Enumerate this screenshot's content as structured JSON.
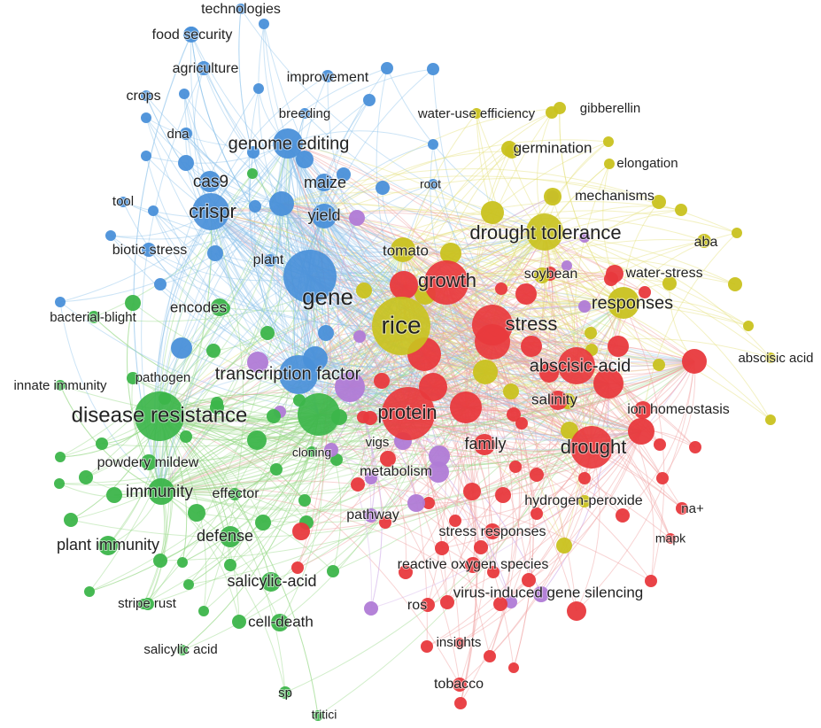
{
  "clusters": {
    "blue": {
      "color": "#4a90d9",
      "link": "#8ec3ec"
    },
    "green": {
      "color": "#3cb54a",
      "link": "#9ad98a"
    },
    "red": {
      "color": "#e8393d",
      "link": "#f0a0a0"
    },
    "yellow": {
      "color": "#c9c21f",
      "link": "#e4e07a"
    },
    "purple": {
      "color": "#b07bd6",
      "link": "#d4b6ea"
    }
  },
  "keywords": [
    {
      "label": "technologies",
      "cluster": "blue",
      "weight": 2
    },
    {
      "label": "food security",
      "cluster": "blue",
      "weight": 3
    },
    {
      "label": "agriculture",
      "cluster": "blue",
      "weight": 3
    },
    {
      "label": "improvement",
      "cluster": "blue",
      "weight": 3
    },
    {
      "label": "crops",
      "cluster": "blue",
      "weight": 2
    },
    {
      "label": "breeding",
      "cluster": "blue",
      "weight": 2
    },
    {
      "label": "dna",
      "cluster": "blue",
      "weight": 2
    },
    {
      "label": "genome editing",
      "cluster": "blue",
      "weight": 7
    },
    {
      "label": "cas9",
      "cluster": "blue",
      "weight": 5
    },
    {
      "label": "maize",
      "cluster": "blue",
      "weight": 4
    },
    {
      "label": "root",
      "cluster": "blue",
      "weight": 2
    },
    {
      "label": "tool",
      "cluster": "blue",
      "weight": 2
    },
    {
      "label": "crispr",
      "cluster": "blue",
      "weight": 8
    },
    {
      "label": "yield",
      "cluster": "blue",
      "weight": 5
    },
    {
      "label": "biotic stress",
      "cluster": "blue",
      "weight": 3
    },
    {
      "label": "plant",
      "cluster": "blue",
      "weight": 3
    },
    {
      "label": "gene",
      "cluster": "blue",
      "weight": 10
    },
    {
      "label": "transcription factor",
      "cluster": "blue",
      "weight": 7
    },
    {
      "label": "encodes",
      "cluster": "green",
      "weight": 4
    },
    {
      "label": "bacterial-blight",
      "cluster": "green",
      "weight": 3
    },
    {
      "label": "innate immunity",
      "cluster": "green",
      "weight": 2
    },
    {
      "label": "pathogen",
      "cluster": "green",
      "weight": 2
    },
    {
      "label": "disease resistance",
      "cluster": "green",
      "weight": 10
    },
    {
      "label": "cloning",
      "cluster": "green",
      "weight": 2
    },
    {
      "label": "powdery mildew",
      "cluster": "green",
      "weight": 3
    },
    {
      "label": "immunity",
      "cluster": "green",
      "weight": 6
    },
    {
      "label": "effector",
      "cluster": "green",
      "weight": 3
    },
    {
      "label": "plant immunity",
      "cluster": "green",
      "weight": 4
    },
    {
      "label": "defense",
      "cluster": "green",
      "weight": 4
    },
    {
      "label": "salicylic-acid",
      "cluster": "green",
      "weight": 4
    },
    {
      "label": "stripe rust",
      "cluster": "green",
      "weight": 2
    },
    {
      "label": "cell-death",
      "cluster": "green",
      "weight": 4
    },
    {
      "label": "salicylic acid",
      "cluster": "green",
      "weight": 2
    },
    {
      "label": "sp",
      "cluster": "green",
      "weight": 2
    },
    {
      "label": "tritici",
      "cluster": "green",
      "weight": 2
    },
    {
      "label": "water-use efficiency",
      "cluster": "yellow",
      "weight": 2
    },
    {
      "label": "gibberellin",
      "cluster": "yellow",
      "weight": 2
    },
    {
      "label": "germination",
      "cluster": "yellow",
      "weight": 3
    },
    {
      "label": "elongation",
      "cluster": "yellow",
      "weight": 2
    },
    {
      "label": "mechanisms",
      "cluster": "yellow",
      "weight": 3
    },
    {
      "label": "drought tolerance",
      "cluster": "yellow",
      "weight": 9
    },
    {
      "label": "aba",
      "cluster": "yellow",
      "weight": 2
    },
    {
      "label": "tomato",
      "cluster": "yellow",
      "weight": 4
    },
    {
      "label": "responses",
      "cluster": "yellow",
      "weight": 6
    },
    {
      "label": "rice",
      "cluster": "yellow",
      "weight": 12
    },
    {
      "label": "abscisic acid",
      "cluster": "yellow",
      "weight": 2
    },
    {
      "label": "hydrogen-peroxide",
      "cluster": "yellow",
      "weight": 3
    },
    {
      "label": "growth",
      "cluster": "red",
      "weight": 7
    },
    {
      "label": "soybean",
      "cluster": "red",
      "weight": 3
    },
    {
      "label": "water-stress",
      "cluster": "red",
      "weight": 3
    },
    {
      "label": "stress",
      "cluster": "red",
      "weight": 8
    },
    {
      "label": "abscisic-acid",
      "cluster": "red",
      "weight": 6
    },
    {
      "label": "salinity",
      "cluster": "red",
      "weight": 4
    },
    {
      "label": "ion homeostasis",
      "cluster": "red",
      "weight": 3
    },
    {
      "label": "protein",
      "cluster": "red",
      "weight": 9
    },
    {
      "label": "family",
      "cluster": "red",
      "weight": 4
    },
    {
      "label": "drought",
      "cluster": "red",
      "weight": 10
    },
    {
      "label": "vigs",
      "cluster": "purple",
      "weight": 3
    },
    {
      "label": "metabolism",
      "cluster": "purple",
      "weight": 3
    },
    {
      "label": "pathway",
      "cluster": "purple",
      "weight": 3
    },
    {
      "label": "na+",
      "cluster": "red",
      "weight": 2
    },
    {
      "label": "stress responses",
      "cluster": "red",
      "weight": 3
    },
    {
      "label": "mapk",
      "cluster": "red",
      "weight": 2
    },
    {
      "label": "reactive oxygen species",
      "cluster": "red",
      "weight": 3
    },
    {
      "label": "virus-induced gene silencing",
      "cluster": "purple",
      "weight": 4
    },
    {
      "label": "ros",
      "cluster": "red",
      "weight": 3
    },
    {
      "label": "insights",
      "cluster": "red",
      "weight": 2
    },
    {
      "label": "tobacco",
      "cluster": "red",
      "weight": 3
    }
  ]
}
